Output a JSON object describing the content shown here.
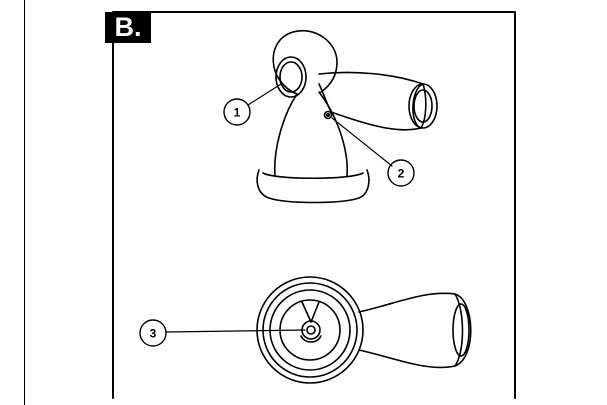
{
  "panel": {
    "label": "B.",
    "colors": {
      "ink": "#000000",
      "paper": "#ffffff"
    }
  },
  "callouts": [
    {
      "number": "1"
    },
    {
      "number": "2"
    },
    {
      "number": "3"
    }
  ]
}
